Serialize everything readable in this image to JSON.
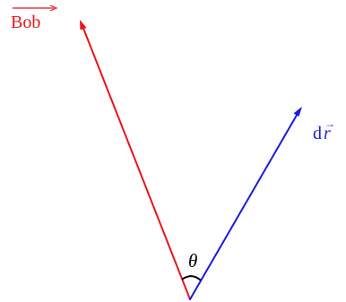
{
  "vectors": {
    "bob": {
      "label": "Bob",
      "color": "#e8141a"
    },
    "dr": {
      "label_d": "d",
      "label_r": "r",
      "arrow_glyph": "→",
      "color": "#1a1ae0"
    }
  },
  "angle": {
    "label": "θ",
    "color": "#000000"
  }
}
